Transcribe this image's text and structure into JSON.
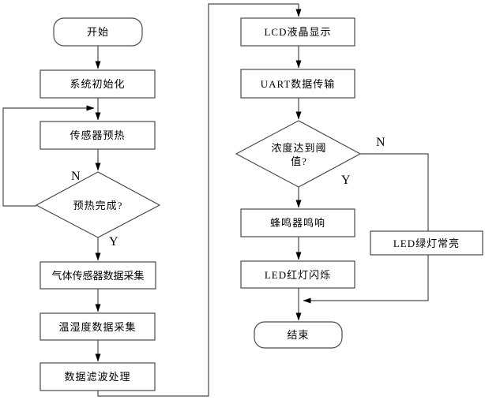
{
  "flowchart": {
    "nodes": {
      "start": "开始",
      "sys_init": "系统初始化",
      "sensor_preheat": "传感器预热",
      "preheat_done": "预热完成?",
      "gas_collect": "气体传感器数据采集",
      "temp_humidity": "温湿度数据采集",
      "data_filter": "数据滤波处理",
      "lcd_display": "LCD液晶显示",
      "uart_transfer": "UART数据传输",
      "threshold_check": "浓度达到阈值?",
      "buzzer": "蜂鸣器鸣响",
      "led_red": "LED红灯闪烁",
      "led_green": "LED绿灯常亮",
      "end": "结束"
    },
    "branches": {
      "preheat_no": "N",
      "preheat_yes": "Y",
      "threshold_no": "N",
      "threshold_yes": "Y"
    },
    "colors": {
      "line": "#4a4a4a",
      "arrow": "#000000",
      "shape_fill": "#ffffff",
      "text": "#000000",
      "background": "#ffffff"
    }
  }
}
